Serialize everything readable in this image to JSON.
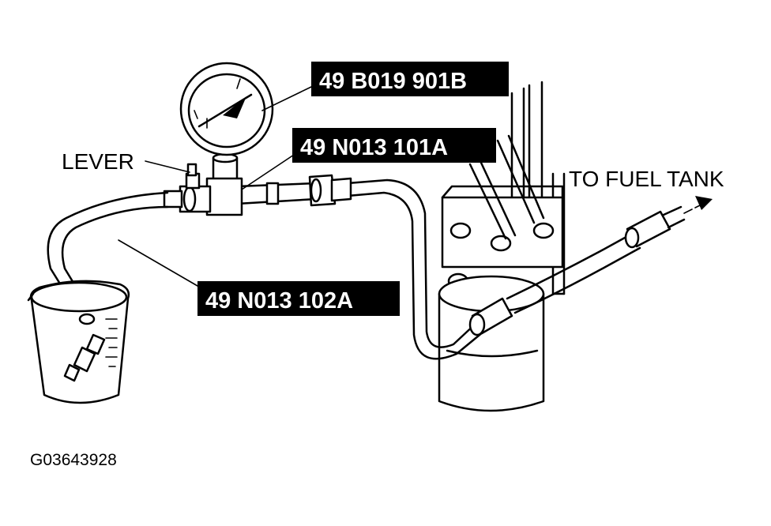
{
  "labels": {
    "lever": "LEVER",
    "to_fuel_tank": "TO FUEL TANK",
    "gauge_part": "49 B019 901B",
    "adapter_part": "49 N013 101A",
    "hose_part": "49 N013 102A"
  },
  "figure_id": "G03643928",
  "colors": {
    "line": "#000000",
    "label_box": "#000000",
    "label_box_text": "#ffffff",
    "background": "#ffffff"
  }
}
